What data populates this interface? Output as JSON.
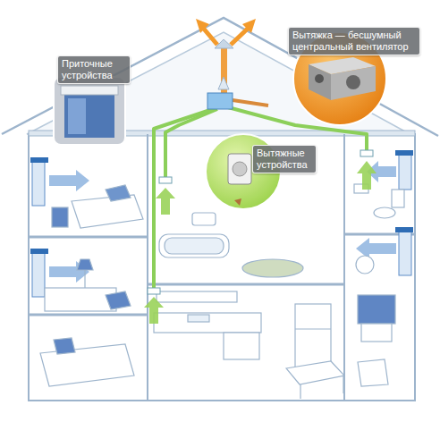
{
  "diagram": {
    "nodes": [
      {
        "text": [
          "Вытяжка — бесшумный центральный вентилятор"
        ]
      },
      {
        "text": [
          "Приточные устройства"
        ]
      },
      {
        "text": [
          "Вытяжные устройства"
        ]
      }
    ]
  }
}
